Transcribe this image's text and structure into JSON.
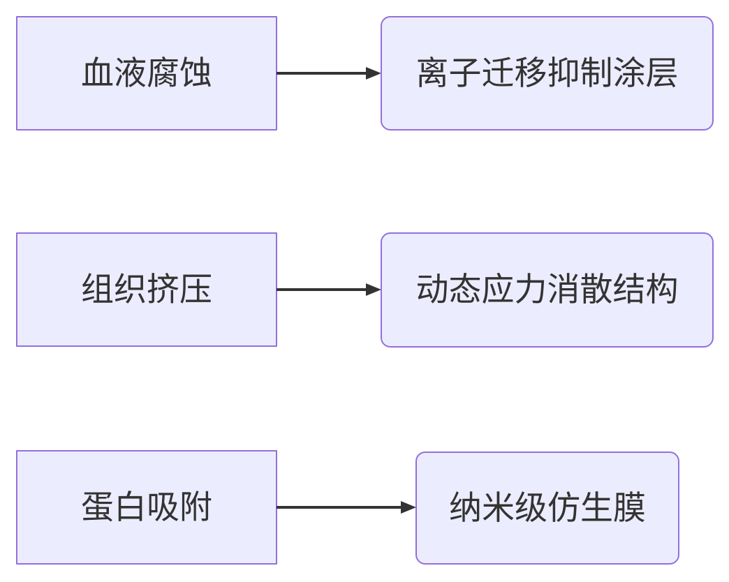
{
  "colors": {
    "background": "#FFFFFF",
    "node-fill": "#ECECFF",
    "node-border": "#9370DB",
    "arrow": "#333333",
    "text": "#333333"
  },
  "diagram": {
    "type": "flowchart",
    "direction": "left-to-right",
    "rows": [
      {
        "source": {
          "label": "血液腐蚀",
          "shape": "rectangle"
        },
        "target": {
          "label": "离子迁移抑制涂层",
          "shape": "rounded"
        }
      },
      {
        "source": {
          "label": "组织挤压",
          "shape": "rectangle"
        },
        "target": {
          "label": "动态应力消散结构",
          "shape": "rounded"
        }
      },
      {
        "source": {
          "label": "蛋白吸附",
          "shape": "rectangle"
        },
        "target": {
          "label": "纳米级仿生膜",
          "shape": "rounded"
        }
      }
    ]
  }
}
